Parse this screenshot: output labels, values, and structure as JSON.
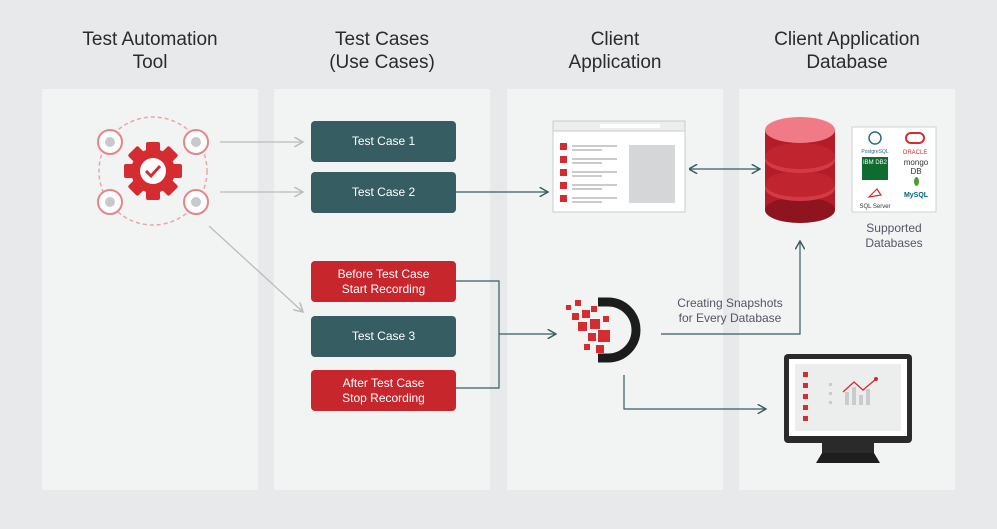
{
  "columns": [
    {
      "title": "Test Automation\nTool"
    },
    {
      "title": "Test Cases\n(Use Cases)"
    },
    {
      "title": "Client\nApplication"
    },
    {
      "title": "Client Application\nDatabase"
    }
  ],
  "test_cases": {
    "tc1": "Test Case 1",
    "tc2": "Test Case 2",
    "before": "Before Test Case\nStart Recording",
    "tc3": "Test Case 3",
    "after": "After Test Case\nStop Recording"
  },
  "labels": {
    "snapshots": "Creating Snapshots\nfor Every Database",
    "supported": "Supported\nDatabases"
  },
  "db_logos": [
    {
      "name": "PostgreSQL"
    },
    {
      "name": "ORACLE"
    },
    {
      "name": "IBM DB2"
    },
    {
      "name": "mongo DB"
    },
    {
      "name": "SQL Server"
    },
    {
      "name": "MySQL"
    }
  ],
  "colors": {
    "teal": "#365d62",
    "red": "#c8262d",
    "panel": "#f2f3f3",
    "background": "#e7e9ea"
  }
}
